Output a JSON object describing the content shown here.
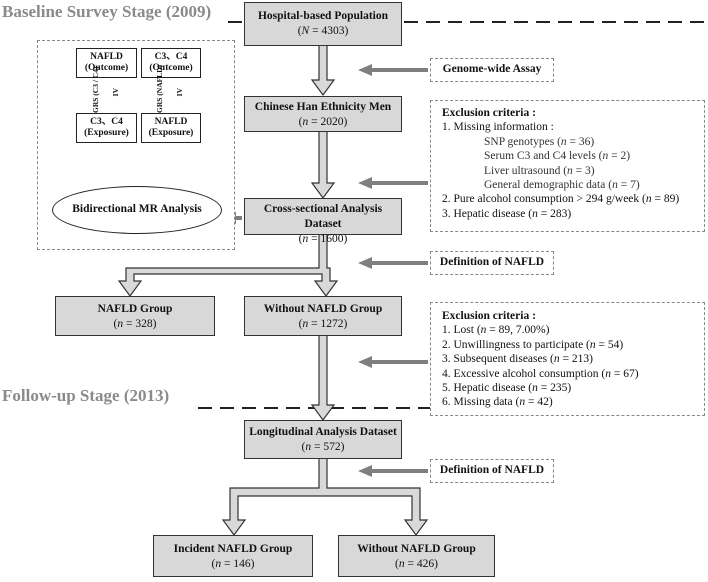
{
  "stages": {
    "baseline": "Baseline Survey Stage (2009)",
    "followup": "Follow-up Stage (2013)"
  },
  "boxes": {
    "hospital": {
      "title": "Hospital-based Population",
      "n": "4303"
    },
    "han": {
      "title": "Chinese Han Ethnicity Men",
      "n": "2020"
    },
    "cross": {
      "title": "Cross-sectional Analysis Dataset",
      "n": "1600"
    },
    "nafld_group": {
      "title": "NAFLD Group",
      "n": "328"
    },
    "without1": {
      "title": "Without NAFLD Group",
      "n": "1272"
    },
    "longitudinal": {
      "title": "Longitudinal Analysis Dataset",
      "n": "572"
    },
    "incident": {
      "title": "Incident NAFLD Group",
      "n": "146"
    },
    "without2": {
      "title": "Without NAFLD Group",
      "n": "426"
    }
  },
  "labels": {
    "genome": "Genome-wide Assay",
    "definition1": "Definition of NAFLD",
    "definition2": "Definition of NAFLD"
  },
  "exclusion1": {
    "header": "Exclusion criteria :",
    "item1": "1.  Missing information :",
    "sub1": "SNP genotypes",
    "sub1_n": "36",
    "sub2": "Serum C3 and C4 levels",
    "sub2_n": "2",
    "sub3": "Liver ultrasound",
    "sub3_n": "3",
    "sub4": "General demographic data",
    "sub4_n": "7",
    "item2": "2.  Pure alcohol consumption > 294 g/week",
    "item2_n": "89",
    "item3": "3.  Hepatic disease",
    "item3_n": "283"
  },
  "exclusion2": {
    "header": "Exclusion criteria :",
    "items": [
      {
        "label": "1.  Lost",
        "n": "89, 7.00%"
      },
      {
        "label": "2.  Unwillingness to participate",
        "n": "54"
      },
      {
        "label": "3.  Subsequent diseases",
        "n": "213"
      },
      {
        "label": "4.  Excessive alcohol consumption",
        "n": "67"
      },
      {
        "label": "5.  Hepatic disease",
        "n": "235"
      },
      {
        "label": "6.  Missing data",
        "n": "42"
      }
    ]
  },
  "mr": {
    "nafld_outcome_1": "NAFLD",
    "nafld_outcome_2": "(Outcome)",
    "c3c4_outcome_1": "C3、C4",
    "c3c4_outcome_2": "(Outcome)",
    "c3c4_exposure_1": "C3、C4",
    "c3c4_exposure_2": "(Exposure)",
    "nafld_exposure_1": "NAFLD",
    "nafld_exposure_2": "(Exposure)",
    "grs_left": "GRS (C3 / C4)",
    "grs_right": "GRS (NAFLD)",
    "iv_left": "IV",
    "iv_right": "IV",
    "analysis": "Bidirectional MR Analysis"
  },
  "colors": {
    "box_fill": "#d8d8d8",
    "arrow_fill": "#d9d9d9",
    "side_arrow": "#7f7f7f",
    "stage_text": "#8a8a8a"
  }
}
